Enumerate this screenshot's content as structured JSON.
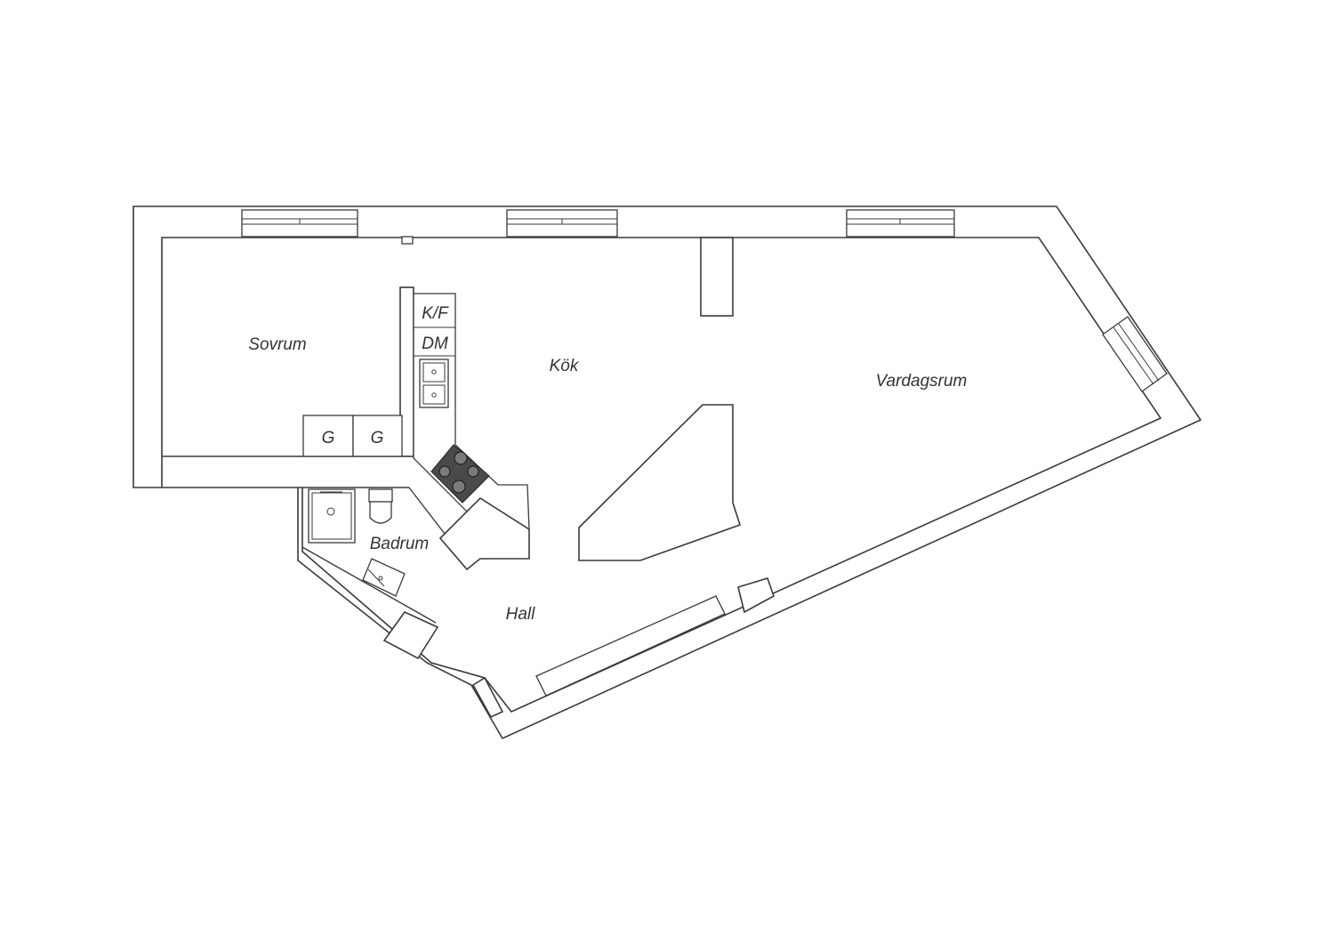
{
  "rooms": {
    "sovrum": "Sovrum",
    "kok": "Kök",
    "vardagsrum": "Vardagsrum",
    "badrum": "Badrum",
    "hall": "Hall"
  },
  "appliances": {
    "fridge_freezer": "K/F",
    "dishwasher": "DM",
    "wardrobe_1": "G",
    "wardrobe_2": "G"
  },
  "colors": {
    "line": "#3a3a3a",
    "stove": "#4a4a4a",
    "background": "#ffffff"
  }
}
